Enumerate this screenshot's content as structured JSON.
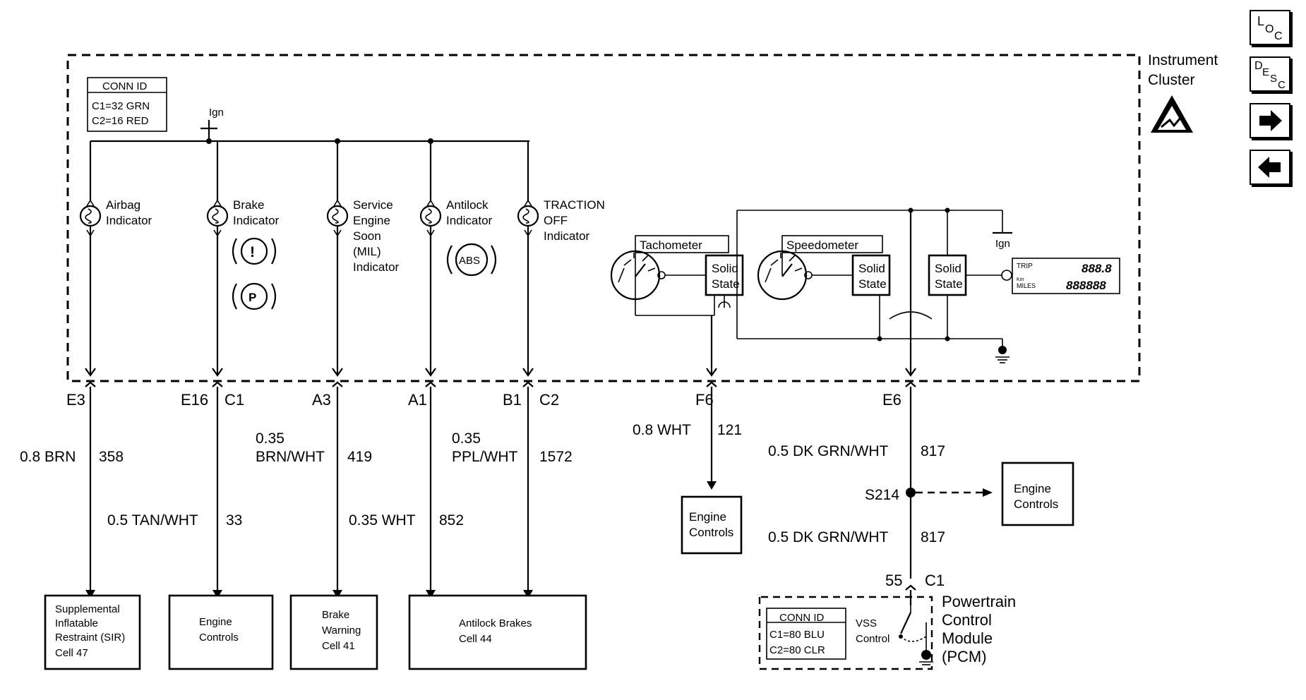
{
  "nav": {
    "loc": {
      "main": "L",
      "sub1": "O",
      "sub2": "C"
    },
    "desc": {
      "main": "D",
      "sub1": "E",
      "sub2": "S",
      "sub3": "C"
    }
  },
  "cluster": {
    "label_line1": "Instrument",
    "label_line2": "Cluster",
    "conn_id": {
      "title": "CONN ID",
      "c1": "C1=32 GRN",
      "c2": "C2=16 RED"
    },
    "ign_top": "Ign",
    "ign_right": "Ign",
    "indicators": [
      {
        "lines": [
          "Airbag",
          "Indicator"
        ]
      },
      {
        "lines": [
          "Brake",
          "Indicator"
        ]
      },
      {
        "lines": [
          "Service",
          "Engine",
          "Soon",
          "(MIL)",
          "Indicator"
        ]
      },
      {
        "lines": [
          "Antilock",
          "Indicator"
        ]
      },
      {
        "lines": [
          "TRACTION",
          "OFF",
          "Indicator"
        ]
      }
    ],
    "brake_symbol_1": "!",
    "brake_symbol_2": "P",
    "abs_symbol": "ABS",
    "tachometer": "Tachometer",
    "speedometer": "Speedometer",
    "solid_state": {
      "line1": "Solid",
      "line2": "State"
    },
    "odometer": {
      "trip": "TRIP",
      "trip_value": "888.8",
      "km": "Km",
      "miles": "MILES",
      "miles_value": "888888"
    }
  },
  "pins": {
    "e3": "E3",
    "e16": "E16",
    "c1": "C1",
    "a3": "A3",
    "a1": "A1",
    "b1": "B1",
    "c2": "C2",
    "f6": "F6",
    "e6": "E6",
    "p55": "55",
    "pcm_c1": "C1"
  },
  "wires": {
    "w1": {
      "gauge": "0.8 BRN",
      "circuit": "358"
    },
    "w2": {
      "gauge": "0.5 TAN/WHT",
      "circuit": "33"
    },
    "w3": {
      "gauge_line1": "0.35",
      "gauge_line2": "BRN/WHT",
      "circuit": "419"
    },
    "w4": {
      "gauge": "0.35 WHT",
      "circuit": "852"
    },
    "w5": {
      "gauge_line1": "0.35",
      "gauge_line2": "PPL/WHT",
      "circuit": "1572"
    },
    "w6": {
      "gauge": "0.8 WHT",
      "circuit": "121"
    },
    "w7": {
      "gauge": "0.5 DK GRN/WHT",
      "circuit": "817"
    },
    "w8": {
      "gauge": "0.5 DK GRN/WHT",
      "circuit": "817"
    }
  },
  "splice": "S214",
  "destinations": {
    "sir": [
      "Supplemental",
      "Inflatable",
      "Restraint (SIR)",
      "Cell 47"
    ],
    "engine1": [
      "Engine",
      "Controls"
    ],
    "brake_warning": [
      "Brake",
      "Warning",
      "Cell 41"
    ],
    "abs": [
      "Antilock Brakes",
      "Cell 44"
    ],
    "engine2": [
      "Engine",
      "Controls"
    ],
    "engine3": [
      "Engine",
      "Controls"
    ]
  },
  "pcm": {
    "label": [
      "Powertrain",
      "Control",
      "Module",
      "(PCM)"
    ],
    "conn_id": {
      "title": "CONN ID",
      "c1": "C1=80 BLU",
      "c2": "C2=80 CLR"
    },
    "vss": [
      "VSS",
      "Control"
    ]
  }
}
